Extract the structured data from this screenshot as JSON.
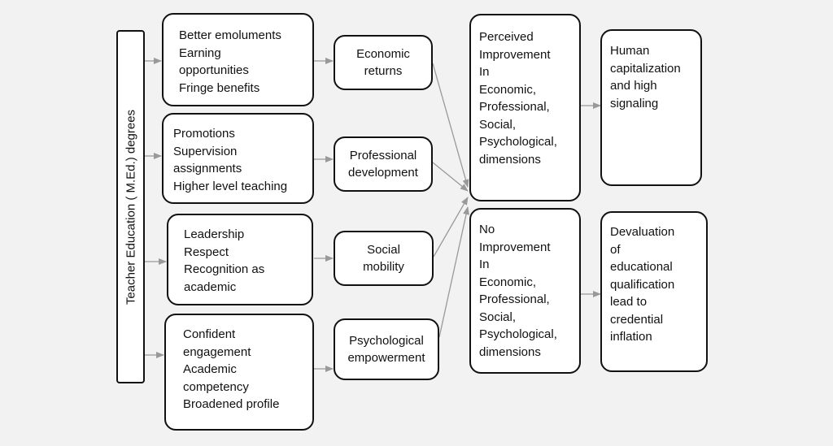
{
  "vertical_label": "Teacher Education ( M.Ed.) degrees",
  "benefits": [
    [
      "Better emoluments",
      "Earning",
      "opportunities",
      "Fringe benefits"
    ],
    [
      "Promotions",
      "Supervision",
      "assignments",
      "Higher level teaching"
    ],
    [
      "Leadership",
      "Respect",
      "Recognition as",
      "academic"
    ],
    [
      "Confident",
      "engagement",
      "Academic",
      "competency",
      "Broadened profile"
    ]
  ],
  "dimensions": [
    [
      "Economic",
      "returns"
    ],
    [
      "Professional",
      "development"
    ],
    [
      "Social",
      "mobility"
    ],
    [
      "Psychological",
      "empowerment"
    ]
  ],
  "improvement": [
    "Perceived",
    "Improvement",
    "In",
    "Economic,",
    "Professional,",
    "Social,",
    "Psychological,",
    "dimensions"
  ],
  "no_improvement": [
    "No",
    "Improvement",
    "In",
    "Economic,",
    "Professional,",
    "Social,",
    "Psychological,",
    "dimensions"
  ],
  "positive_outcome": [
    "Human",
    "capitalization",
    "and high",
    "signaling"
  ],
  "negative_outcome": [
    "Devaluation",
    "of",
    "educational",
    "qualification",
    "lead to",
    "credential",
    "inflation"
  ]
}
